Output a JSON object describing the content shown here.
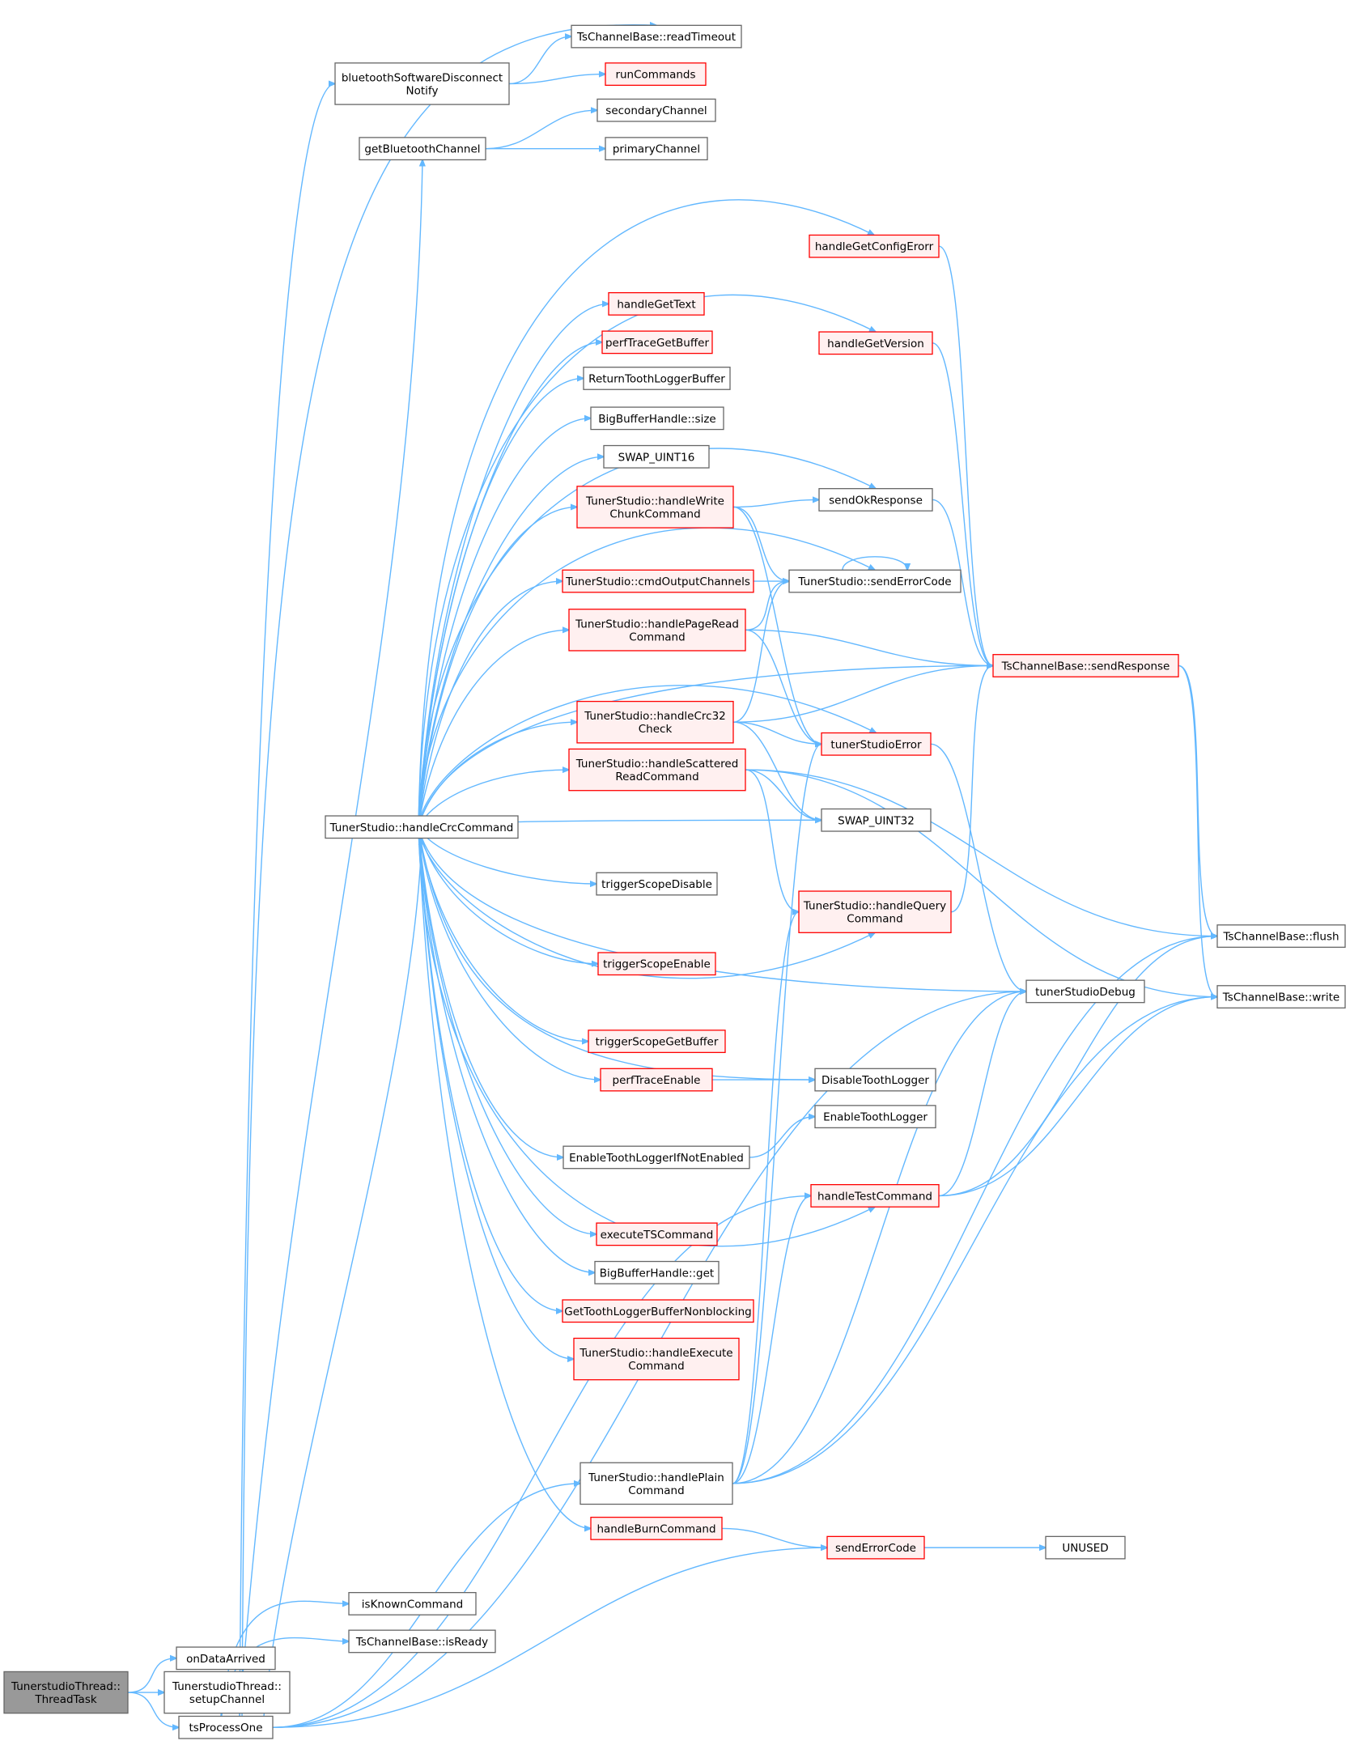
{
  "nodes": {
    "thread_task": {
      "lines": [
        "TunerstudioThread::",
        "ThreadTask"
      ]
    },
    "on_data_arrived": {
      "lines": [
        "onDataArrived"
      ]
    },
    "setup_channel": {
      "lines": [
        "TunerstudioThread::",
        "setupChannel"
      ]
    },
    "ts_process_one": {
      "lines": [
        "tsProcessOne"
      ]
    },
    "read_timeout": {
      "lines": [
        "TsChannelBase::readTimeout"
      ]
    },
    "bt_disconnect": {
      "lines": [
        "bluetoothSoftwareDisconnect",
        "Notify"
      ]
    },
    "run_commands": {
      "lines": [
        "runCommands"
      ]
    },
    "get_bt_channel": {
      "lines": [
        "getBluetoothChannel"
      ]
    },
    "secondary_channel": {
      "lines": [
        "secondaryChannel"
      ]
    },
    "primary_channel": {
      "lines": [
        "primaryChannel"
      ]
    },
    "handle_crc_command": {
      "lines": [
        "TunerStudio::handleCrcCommand"
      ]
    },
    "handle_get_config_error": {
      "lines": [
        "handleGetConfigErorr"
      ]
    },
    "handle_get_text": {
      "lines": [
        "handleGetText"
      ]
    },
    "handle_get_version": {
      "lines": [
        "handleGetVersion"
      ]
    },
    "perf_trace_get_buffer": {
      "lines": [
        "perfTraceGetBuffer"
      ]
    },
    "return_tooth_logger_buffer": {
      "lines": [
        "ReturnToothLoggerBuffer"
      ]
    },
    "big_buffer_size": {
      "lines": [
        "BigBufferHandle::size"
      ]
    },
    "swap_uint16": {
      "lines": [
        "SWAP_UINT16"
      ]
    },
    "handle_write_chunk": {
      "lines": [
        "TunerStudio::handleWrite",
        "ChunkCommand"
      ]
    },
    "send_ok_response": {
      "lines": [
        "sendOkResponse"
      ]
    },
    "cmd_output_channels": {
      "lines": [
        "TunerStudio::cmdOutputChannels"
      ]
    },
    "ts_send_error_code": {
      "lines": [
        "TunerStudio::sendErrorCode"
      ]
    },
    "handle_page_read": {
      "lines": [
        "TunerStudio::handlePageRead",
        "Command"
      ]
    },
    "send_response": {
      "lines": [
        "TsChannelBase::sendResponse"
      ]
    },
    "handle_crc32_check": {
      "lines": [
        "TunerStudio::handleCrc32",
        "Check"
      ]
    },
    "tuner_studio_error": {
      "lines": [
        "tunerStudioError"
      ]
    },
    "handle_scattered_read": {
      "lines": [
        "TunerStudio::handleScattered",
        "ReadCommand"
      ]
    },
    "swap_uint32": {
      "lines": [
        "SWAP_UINT32"
      ]
    },
    "trigger_scope_disable": {
      "lines": [
        "triggerScopeDisable"
      ]
    },
    "handle_query_command": {
      "lines": [
        "TunerStudio::handleQuery",
        "Command"
      ]
    },
    "flush": {
      "lines": [
        "TsChannelBase::flush"
      ]
    },
    "trigger_scope_enable": {
      "lines": [
        "triggerScopeEnable"
      ]
    },
    "tuner_studio_debug": {
      "lines": [
        "tunerStudioDebug"
      ]
    },
    "write": {
      "lines": [
        "TsChannelBase::write"
      ]
    },
    "trigger_scope_get_buffer": {
      "lines": [
        "triggerScopeGetBuffer"
      ]
    },
    "perf_trace_enable": {
      "lines": [
        "perfTraceEnable"
      ]
    },
    "disable_tooth_logger": {
      "lines": [
        "DisableToothLogger"
      ]
    },
    "enable_tooth_logger": {
      "lines": [
        "EnableToothLogger"
      ]
    },
    "enable_tooth_logger_if_not": {
      "lines": [
        "EnableToothLoggerIfNotEnabled"
      ]
    },
    "handle_test_command": {
      "lines": [
        "handleTestCommand"
      ]
    },
    "execute_ts_command": {
      "lines": [
        "executeTSCommand"
      ]
    },
    "big_buffer_get": {
      "lines": [
        "BigBufferHandle::get"
      ]
    },
    "get_tooth_logger_nonblocking": {
      "lines": [
        "GetToothLoggerBufferNonblocking"
      ]
    },
    "handle_execute_command": {
      "lines": [
        "TunerStudio::handleExecute",
        "Command"
      ]
    },
    "handle_plain_command": {
      "lines": [
        "TunerStudio::handlePlain",
        "Command"
      ]
    },
    "handle_burn_command": {
      "lines": [
        "handleBurnCommand"
      ]
    },
    "send_error_code": {
      "lines": [
        "sendErrorCode"
      ]
    },
    "unused": {
      "lines": [
        "UNUSED"
      ]
    },
    "is_known_command": {
      "lines": [
        "isKnownCommand"
      ]
    },
    "is_ready": {
      "lines": [
        "TsChannelBase::isReady"
      ]
    }
  },
  "colors": {
    "edge": "#63b8ff",
    "root_fill": "#999999",
    "node_border": "#666666",
    "highlight_border": "#ff0000",
    "highlight_fill": "#fff0f0"
  }
}
